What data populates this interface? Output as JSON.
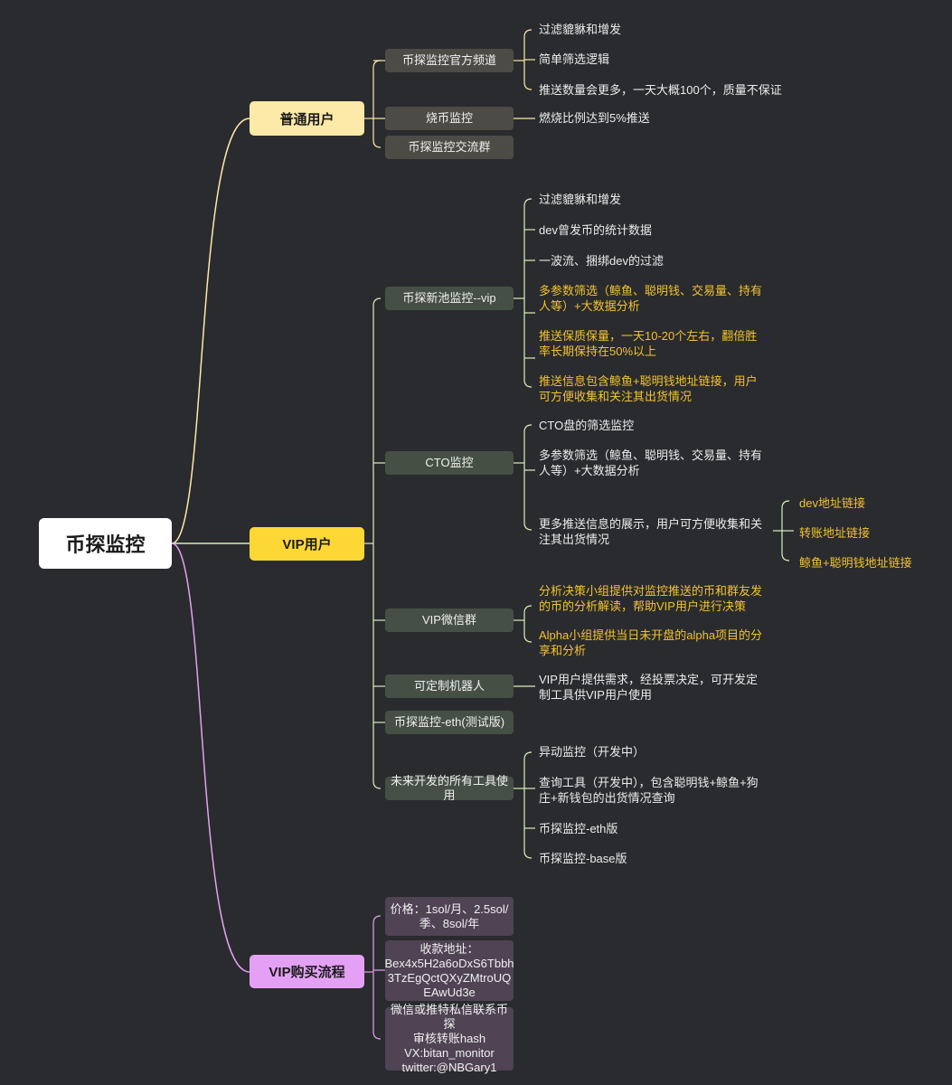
{
  "root": "币探监控",
  "colors": {
    "background": "#2a2b2e",
    "ordinary_branch": "#fde9a8",
    "vip_branch": "#fdd835",
    "buy_branch": "#e4a0f4",
    "highlight_text": "#f2c230"
  },
  "ordinary": {
    "label": "普通用户",
    "children": [
      {
        "label": "币探监控官方频道",
        "leaves": [
          "过滤貔貅和增发",
          "简单筛选逻辑",
          "推送数量会更多，一天大概100个，质量不保证"
        ]
      },
      {
        "label": "烧币监控",
        "leaves": [
          "燃烧比例达到5%推送"
        ]
      },
      {
        "label": "币探监控交流群",
        "leaves": []
      }
    ]
  },
  "vip": {
    "label": "VIP用户",
    "pool": {
      "label": "币探新池监控--vip",
      "leaves": [
        "过滤貔貅和增发",
        "dev曾发币的统计数据",
        "一波流、捆绑dev的过滤",
        "多参数筛选（鲸鱼、聪明钱、交易量、持有人等）+大数据分析",
        "推送保质保量，一天10-20个左右，翻倍胜率长期保持在50%以上",
        "推送信息包含鲸鱼+聪明钱地址链接，用户可方便收集和关注其出货情况"
      ]
    },
    "cto": {
      "label": "CTO监控",
      "leaves": [
        "CTO盘的筛选监控",
        "多参数筛选（鲸鱼、聪明钱、交易量、持有人等）+大数据分析",
        "更多推送信息的展示，用户可方便收集和关注其出货情况"
      ],
      "subs": [
        "dev地址链接",
        "转账地址链接",
        "鲸鱼+聪明钱地址链接"
      ]
    },
    "wechat": {
      "label": "VIP微信群",
      "leaves": [
        "分析决策小组提供对监控推送的币和群友发的币的分析解读，帮助VIP用户进行决策",
        "Alpha小组提供当日未开盘的alpha项目的分享和分析"
      ]
    },
    "bot": {
      "label": "可定制机器人",
      "leaves": [
        "VIP用户提供需求，经投票决定，可开发定制工具供VIP用户使用"
      ]
    },
    "eth": {
      "label": "币探监控-eth(测试版)"
    },
    "future": {
      "label": "未来开发的所有工具使用",
      "leaves": [
        "异动监控（开发中）",
        "查询工具（开发中），包含聪明钱+鲸鱼+狗庄+新钱包的出货情况查询",
        "币探监控-eth版",
        "币探监控-base版"
      ]
    }
  },
  "buy": {
    "label": "VIP购买流程",
    "price": [
      "价格：1sol/月、2.5sol/",
      "季、8sol/年"
    ],
    "address": [
      "收款地址：",
      "Bex4x5H2a6oDxS6Tbbh",
      "3TzEgQctQXyZMtroUQ",
      "EAwUd3e"
    ],
    "contact": [
      "微信或推特私信联系币探",
      "审核转账hash",
      "VX:bitan_monitor",
      "twitter:@NBGary1"
    ]
  }
}
